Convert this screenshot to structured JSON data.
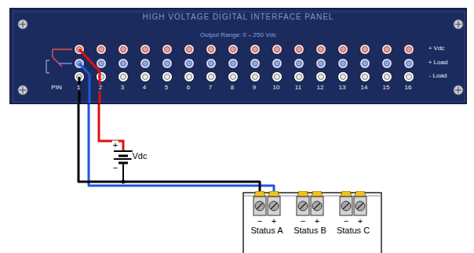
{
  "diagram": {
    "nodes": [
      {
        "text": [
          "HIGH VOLTAGE DIGITAL INTERFACE PANEL",
          "Output Range: 0 – 250 Vdc"
        ]
      },
      {
        "text": [
          "−",
          "+",
          "Status A"
        ]
      },
      {
        "text": [
          "−",
          "+",
          "Status B"
        ]
      },
      {
        "text": [
          "−",
          "+",
          "Status C"
        ]
      }
    ],
    "edges": [
      {
        "from": 0,
        "to": 1,
        "arrow": "none"
      },
      {
        "from": 0,
        "to": 1,
        "arrow": "none"
      }
    ],
    "labels": [
      "PIN",
      "1",
      "2",
      "3",
      "4",
      "5",
      "6",
      "7",
      "8",
      "9",
      "10",
      "11",
      "12",
      "13",
      "14",
      "15",
      "16",
      "+ Vdc",
      "+ Load",
      "- Load",
      "+",
      "Vdc",
      "−"
    ]
  }
}
